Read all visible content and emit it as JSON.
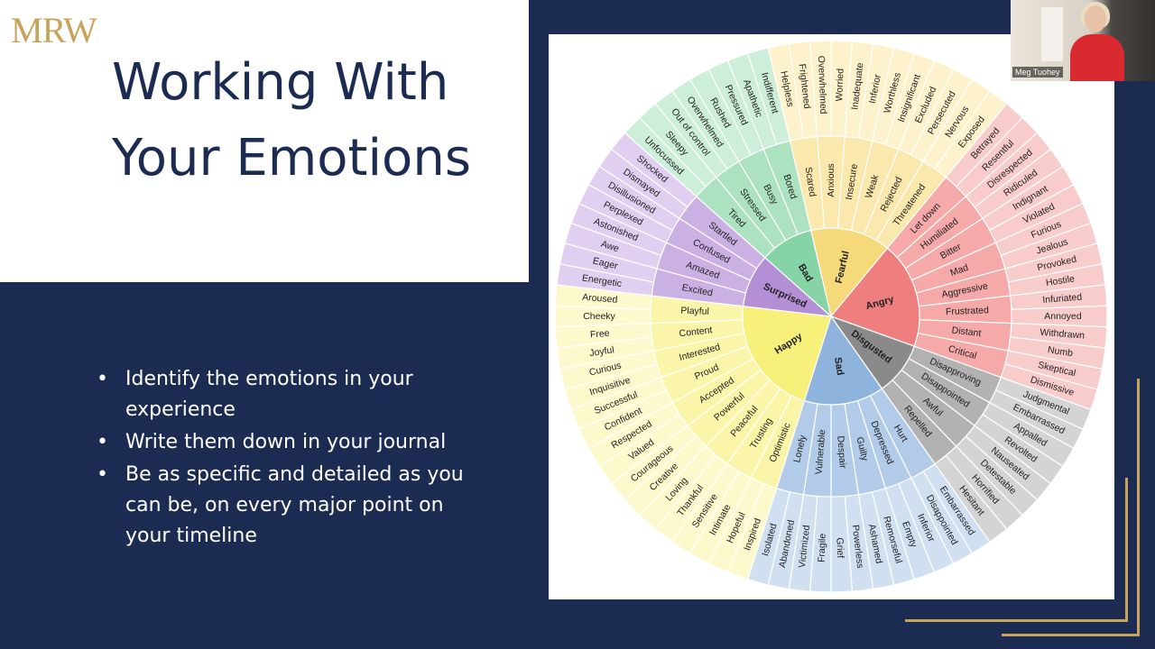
{
  "slide": {
    "logo": "MRW",
    "title": "Working With Your Emotions",
    "bullets": [
      "Identify the emotions in your experience",
      "Write them down in your journal",
      "Be as specific and detailed as you can be, on every major point on your timeline"
    ]
  },
  "video": {
    "participant_name": "Meg Tuohey"
  },
  "colors": {
    "navy": "#1c2b52",
    "gold": "#c8a45a"
  },
  "wheel": [
    {
      "name": "Fearful",
      "color": "#f6d97a",
      "light": "#fae8ac",
      "lighter": "#fdf2cc",
      "sub": [
        {
          "name": "Scared",
          "outer": [
            "Helpless",
            "Frightened"
          ]
        },
        {
          "name": "Anxious",
          "outer": [
            "Overwhelmed",
            "Worried"
          ]
        },
        {
          "name": "Insecure",
          "outer": [
            "Inadequate",
            "Inferior"
          ]
        },
        {
          "name": "Weak",
          "outer": [
            "Worthless",
            "Insignificant"
          ]
        },
        {
          "name": "Rejected",
          "outer": [
            "Excluded",
            "Persecuted"
          ]
        },
        {
          "name": "Threatened",
          "outer": [
            "Nervous",
            "Exposed"
          ]
        }
      ]
    },
    {
      "name": "Angry",
      "color": "#ef7f7f",
      "light": "#f5a9a9",
      "lighter": "#f9cccc",
      "sub": [
        {
          "name": "Let down",
          "outer": [
            "Betrayed",
            "Resentful"
          ]
        },
        {
          "name": "Humiliated",
          "outer": [
            "Disrespected",
            "Ridiculed"
          ]
        },
        {
          "name": "Bitter",
          "outer": [
            "Indignant",
            "Violated"
          ]
        },
        {
          "name": "Mad",
          "outer": [
            "Furious",
            "Jealous"
          ]
        },
        {
          "name": "Aggressive",
          "outer": [
            "Provoked",
            "Hostile"
          ]
        },
        {
          "name": "Frustrated",
          "outer": [
            "Infuriated",
            "Annoyed"
          ]
        },
        {
          "name": "Distant",
          "outer": [
            "Withdrawn",
            "Numb"
          ]
        },
        {
          "name": "Critical",
          "outer": [
            "Skeptical",
            "Dismissive"
          ]
        }
      ]
    },
    {
      "name": "Disgusted",
      "color": "#8a8a8a",
      "light": "#b2b2b2",
      "lighter": "#d4d4d4",
      "sub": [
        {
          "name": "Disapproving",
          "outer": [
            "Judgmental",
            "Embarrassed"
          ]
        },
        {
          "name": "Disappointed",
          "outer": [
            "Appalled",
            "Revolted"
          ]
        },
        {
          "name": "Awful",
          "outer": [
            "Nauseated",
            "Detestable"
          ]
        },
        {
          "name": "Repelled",
          "outer": [
            "Horrified",
            "Hesitant"
          ]
        }
      ]
    },
    {
      "name": "Sad",
      "color": "#8eb3dc",
      "light": "#b1cbe8",
      "lighter": "#d0e0f1",
      "sub": [
        {
          "name": "Hurt",
          "outer": [
            "Embarrassed",
            "Disappointed"
          ]
        },
        {
          "name": "Depressed",
          "outer": [
            "Inferior",
            "Empty"
          ]
        },
        {
          "name": "Guilty",
          "outer": [
            "Remorseful",
            "Ashamed"
          ]
        },
        {
          "name": "Despair",
          "outer": [
            "Powerless",
            "Grief"
          ]
        },
        {
          "name": "Vulnerable",
          "outer": [
            "Fragile",
            "Victimized"
          ]
        },
        {
          "name": "Lonely",
          "outer": [
            "Abandoned",
            "Isolated"
          ]
        }
      ]
    },
    {
      "name": "Happy",
      "color": "#f7f07a",
      "light": "#faf5a8",
      "lighter": "#fcf9cc",
      "sub": [
        {
          "name": "Optimistic",
          "outer": [
            "Inspired",
            "Hopeful"
          ]
        },
        {
          "name": "Trusting",
          "outer": [
            "Intimate",
            "Sensitive"
          ]
        },
        {
          "name": "Peaceful",
          "outer": [
            "Thankful",
            "Loving"
          ]
        },
        {
          "name": "Powerful",
          "outer": [
            "Creative",
            "Courageous"
          ]
        },
        {
          "name": "Accepted",
          "outer": [
            "Valued",
            "Respected"
          ]
        },
        {
          "name": "Proud",
          "outer": [
            "Confident",
            "Successful"
          ]
        },
        {
          "name": "Interested",
          "outer": [
            "Inquisitive",
            "Curious"
          ]
        },
        {
          "name": "Content",
          "outer": [
            "Joyful",
            "Free"
          ]
        },
        {
          "name": "Playful",
          "outer": [
            "Cheeky",
            "Aroused"
          ]
        }
      ]
    },
    {
      "name": "Surprised",
      "color": "#b48fd6",
      "light": "#cbb0e4",
      "lighter": "#e0cff0",
      "sub": [
        {
          "name": "Excited",
          "outer": [
            "Energetic",
            "Eager"
          ]
        },
        {
          "name": "Amazed",
          "outer": [
            "Awe",
            "Astonished"
          ]
        },
        {
          "name": "Confused",
          "outer": [
            "Perplexed",
            "Disillusioned"
          ]
        },
        {
          "name": "Startled",
          "outer": [
            "Dismayed",
            "Shocked"
          ]
        }
      ]
    },
    {
      "name": "Bad",
      "color": "#86d3a5",
      "light": "#ade2c1",
      "lighter": "#cdeed9",
      "sub": [
        {
          "name": "Tired",
          "outer": [
            "Unfocussed",
            "Sleepy"
          ]
        },
        {
          "name": "Stressed",
          "outer": [
            "Out of control",
            "Overwhelmed"
          ]
        },
        {
          "name": "Busy",
          "outer": [
            "Rushed",
            "Pressured"
          ]
        },
        {
          "name": "Bored",
          "outer": [
            "Apathetic",
            "Indifferent"
          ]
        }
      ]
    }
  ]
}
